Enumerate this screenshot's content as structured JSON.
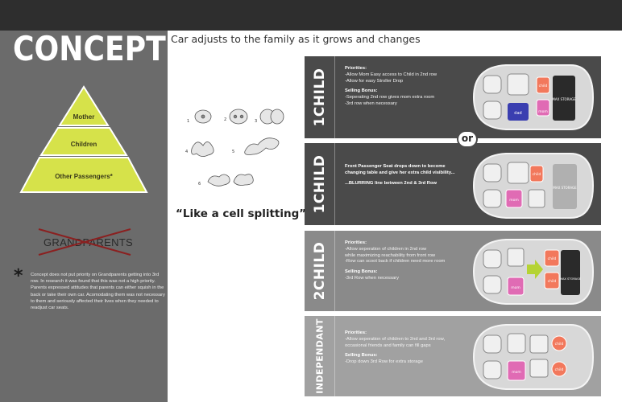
{
  "header": {
    "title": "CONCEPT",
    "subtitle": "Car adjusts to the family as it grows and changes"
  },
  "pyramid": {
    "levels": [
      "Mother",
      "Children",
      "Other Passengers*"
    ],
    "fill_color": "#d6e24a",
    "stroke_color": "#ffffff"
  },
  "grandparents": {
    "label": "GRANDPARENTS",
    "strike_color": "#8b2020"
  },
  "footnote": {
    "marker": "*",
    "text": "Concept does not put priority on Grandparents getting into 3rd row. In research it was found that this was not a high priority. Parents expressed attitudes that parents can either squish in the back or take their own car. Acomodating them was not necessary to them and seriously affected their lives when they needed to readjust car seats."
  },
  "cell_sequence": {
    "step_numbers": [
      "1",
      "2",
      "3",
      "4",
      "5",
      "6"
    ],
    "quote": "“Like a cell splitting”"
  },
  "or_label": "or",
  "rows": [
    {
      "label": "1CHILD",
      "heading1": "Priorities:",
      "lines1": [
        "-Allow Mom Easy access to Child in 2nd row",
        "-Allow for easy Stroller Drop"
      ],
      "heading2": "Selling Bonus:",
      "lines2": [
        "-Seperating 2nd row gives mom extra room",
        "-3rd row when necessary"
      ],
      "car": {
        "seat_labels": [
          "child",
          "mom",
          "dad"
        ],
        "storage_label": "MAX STORAGE"
      }
    },
    {
      "label": "1CHILD",
      "heading1": "Front Passenger Seat drops down to become changing table and give her extra child visibility...",
      "lines1": [],
      "heading2": "...BLURRING line between 2nd & 3rd Row",
      "lines2": [],
      "car": {
        "seat_labels": [
          "child",
          "mom"
        ],
        "storage_label": "MAX STORAGE"
      }
    },
    {
      "label": "2CHILD",
      "heading1": "Priorities:",
      "lines1": [
        "-Allow seperation of children in 2nd row",
        "while maximizing reachability from front row",
        "-Row can scoot back if children need more room"
      ],
      "heading2": "Selling Bonus:",
      "lines2": [
        "-3rd Row when necessary"
      ],
      "car": {
        "seat_labels": [
          "child",
          "mom",
          "child"
        ],
        "storage_label": "MAX STORAGE",
        "arrow_color": "#b5d334"
      }
    },
    {
      "label": "INDEPENDANT",
      "heading1": "Priorities:",
      "lines1": [
        "-Allow seperation of children to 2nd and 3rd row,",
        "occasional friends and family can fill gaps"
      ],
      "heading2": "Selling Bonus:",
      "lines2": [
        "-Drop down 3rd Row for extra storage"
      ],
      "car": {
        "seat_labels": [
          "child",
          "mom",
          "child"
        ]
      }
    }
  ],
  "colors": {
    "child_seat": "#f2785c",
    "mom_seat": "#e06bb4",
    "dad_seat": "#3a3eb0"
  }
}
